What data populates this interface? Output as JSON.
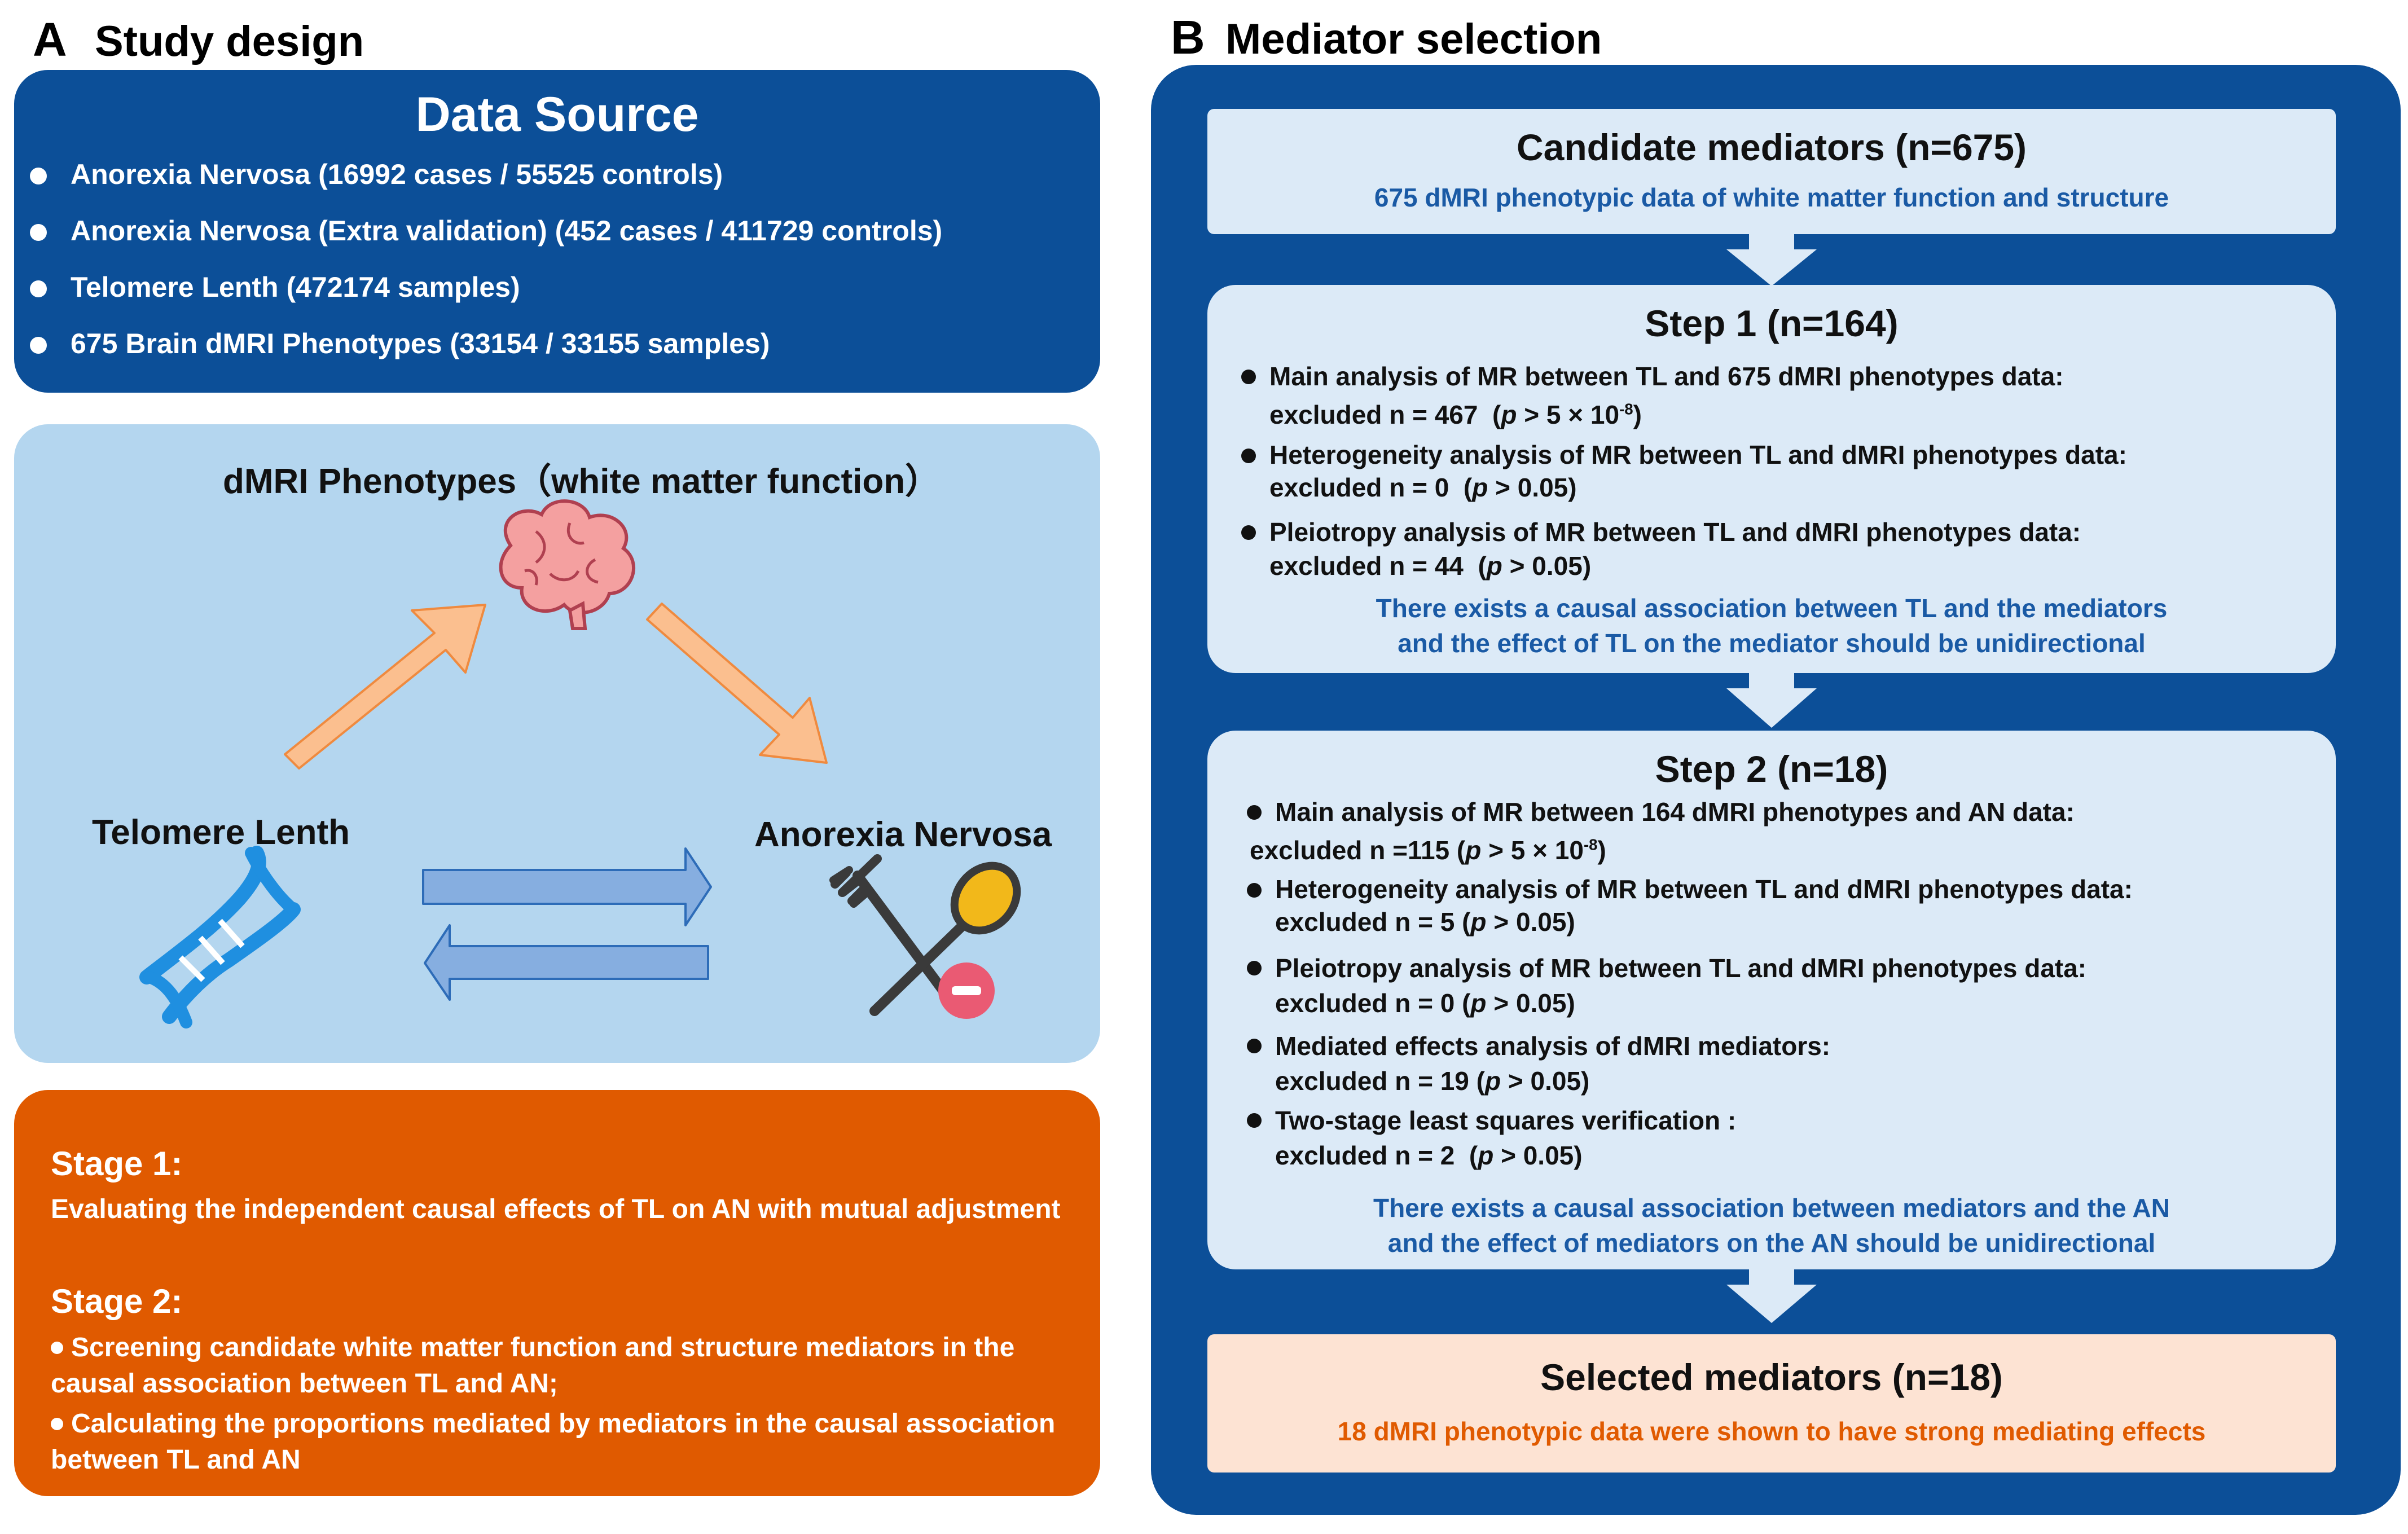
{
  "panelA": {
    "letter": "A",
    "title": "Study design",
    "dataSource": {
      "heading": "Data Source",
      "items": [
        "Anorexia Nervosa (16992 cases / 55525 controls)",
        "Anorexia Nervosa (Extra validation) (452 cases / 411729 controls)",
        "Telomere Lenth (472174 samples)",
        "675 Brain dMRI Phenotypes (33154 / 33155 samples)"
      ]
    },
    "diagram": {
      "heading": "dMRI Phenotypes（white matter function）",
      "leftLabel": "Telomere Lenth",
      "rightLabel": "Anorexia Nervosa",
      "icons": [
        "brain-icon",
        "dna-icon",
        "fork-spoon-icon",
        "minus-badge-icon"
      ]
    },
    "stages": {
      "stage1_title": "Stage 1:",
      "stage1_text": "Evaluating the independent causal effects of TL on AN with mutual adjustment",
      "stage2_title": "Stage 2:",
      "stage2_items": [
        "Screening candidate white matter function and structure mediators in the causal association between TL and AN;",
        "Calculating the proportions mediated by mediators in the causal association between TL and AN"
      ]
    }
  },
  "panelB": {
    "letter": "B",
    "title": "Mediator selection",
    "candidate": {
      "title": "Candidate mediators (n=675)",
      "subtitle": "675 dMRI phenotypic data of white matter function and structure"
    },
    "step1": {
      "title": "Step 1 (n=164)",
      "items": [
        {
          "line1": "Main analysis of MR between TL and 675 dMRI phenotypes data:",
          "line2": "excluded n = 467  (p > 5 × 10-8)"
        },
        {
          "line1": "Heterogeneity analysis of MR between TL and dMRI phenotypes data:",
          "line2": "excluded n = 0  (p > 0.05)"
        },
        {
          "line1": "Pleiotropy analysis of MR between TL and dMRI phenotypes data:",
          "line2": "excluded n = 44  (p > 0.05)"
        }
      ],
      "note1": "There exists a causal association between TL and the mediators",
      "note2": "and the effect of TL on the mediator should be unidirectional"
    },
    "step2": {
      "title": "Step 2 (n=18)",
      "items": [
        {
          "line1": "Main analysis of MR between 164 dMRI phenotypes and AN data:",
          "line2": "excluded n =115 (p > 5 × 10-8)"
        },
        {
          "line1": "Heterogeneity analysis of MR between TL and dMRI phenotypes data:",
          "line2": "excluded n = 5 (p > 0.05)"
        },
        {
          "line1": "Pleiotropy analysis of MR between TL and dMRI phenotypes data:",
          "line2": "excluded n = 0 (p > 0.05)"
        },
        {
          "line1": "Mediated effects analysis of dMRI mediators:",
          "line2": "excluded n = 19 (p > 0.05)"
        },
        {
          "line1": "Two-stage least squares verification :",
          "line2": "excluded n = 2  (p > 0.05)"
        }
      ],
      "note1": "There exists a causal association between mediators and the AN",
      "note2": "and the effect of mediators on the AN should be unidirectional"
    },
    "selected": {
      "title": "Selected mediators (n=18)",
      "subtitle": "18 dMRI phenotypic data were shown to have strong mediating effects"
    }
  },
  "colors": {
    "navy": "#0c4f98",
    "lightBlue": "#b4d6ef",
    "paleBlue": "#dceaf7",
    "orange": "#e05a00",
    "peach": "#fde3d3",
    "arrowOrange": "#fbbf8f",
    "arrowBlue": "#86aee0"
  }
}
